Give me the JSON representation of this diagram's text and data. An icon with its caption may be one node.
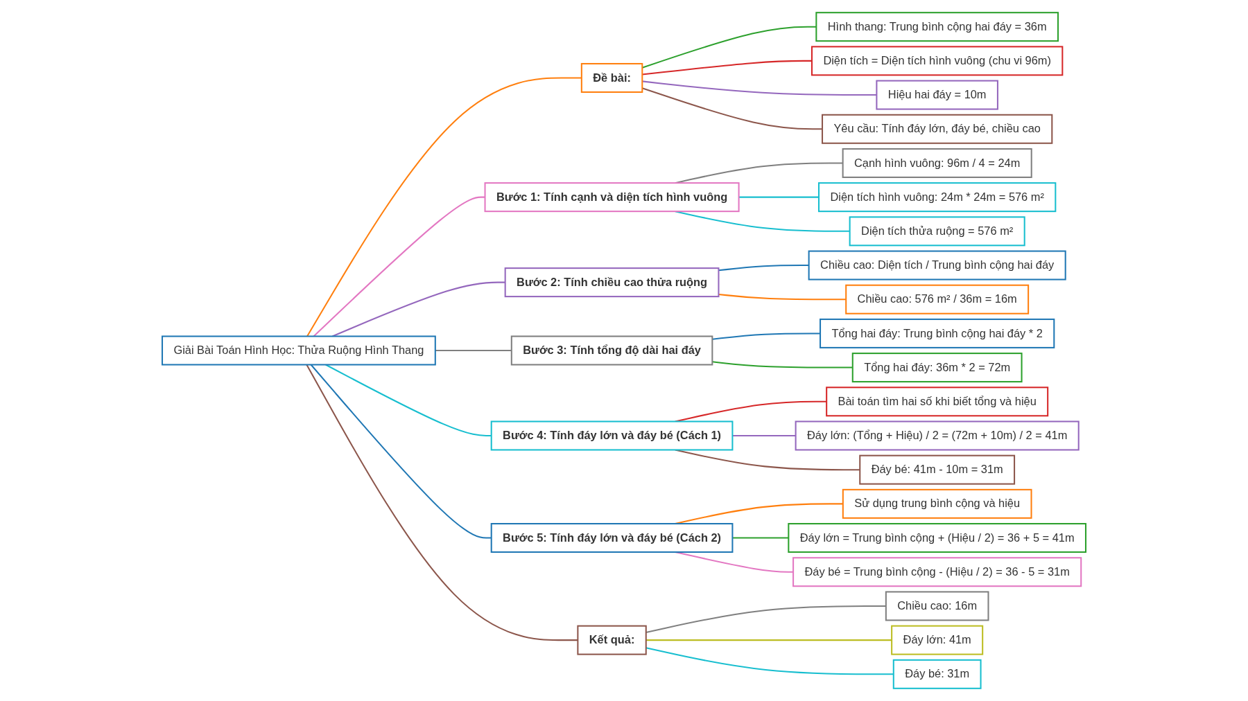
{
  "diagram": {
    "nodes": [
      {
        "text": [
          "Giải Bài Toán Hình Học: Thửa Ruộng Hình Thang"
        ]
      },
      {
        "text": [
          "Đề bài:"
        ]
      },
      {
        "text": [
          "Hình thang: Trung bình cộng hai đáy = 36m"
        ]
      },
      {
        "text": [
          "Diện tích = Diện tích hình vuông (chu vi 96m)"
        ]
      },
      {
        "text": [
          "Hiệu hai đáy = 10m"
        ]
      },
      {
        "text": [
          "Yêu cầu: Tính đáy lớn, đáy bé, chiều cao"
        ]
      },
      {
        "text": [
          "Bước 1: Tính cạnh và diện tích hình vuông"
        ]
      },
      {
        "text": [
          "Cạnh hình vuông: 96m / 4 = 24m"
        ]
      },
      {
        "text": [
          "Diện tích hình vuông: 24m * 24m = 576 m²"
        ]
      },
      {
        "text": [
          "Diện tích thửa ruộng = 576 m²"
        ]
      },
      {
        "text": [
          "Bước 2: Tính chiều cao thửa ruộng"
        ]
      },
      {
        "text": [
          "Chiều cao: Diện tích / Trung bình cộng hai đáy"
        ]
      },
      {
        "text": [
          "Chiều cao: 576 m² / 36m = 16m"
        ]
      },
      {
        "text": [
          "Bước 3: Tính tổng độ dài hai đáy"
        ]
      },
      {
        "text": [
          "Tổng hai đáy: Trung bình cộng hai đáy * 2"
        ]
      },
      {
        "text": [
          "Tổng hai đáy: 36m * 2 = 72m"
        ]
      },
      {
        "text": [
          "Bước 4: Tính đáy lớn và đáy bé (Cách 1)"
        ]
      },
      {
        "text": [
          "Bài toán tìm hai số khi biết tổng và hiệu"
        ]
      },
      {
        "text": [
          "Đáy lớn: (Tổng + Hiệu) / 2 = (72m + 10m) / 2 = 41m"
        ]
      },
      {
        "text": [
          "Đáy bé: 41m - 10m = 31m"
        ]
      },
      {
        "text": [
          "Bước 5: Tính đáy lớn và đáy bé (Cách 2)"
        ]
      },
      {
        "text": [
          "Sử dụng trung bình cộng và hiệu"
        ]
      },
      {
        "text": [
          "Đáy lớn = Trung bình cộng + (Hiệu / 2) = 36 + 5 = 41m"
        ]
      },
      {
        "text": [
          "Đáy bé = Trung bình cộng - (Hiệu / 2) = 36 - 5 = 31m"
        ]
      },
      {
        "text": [
          "Kết quả:"
        ]
      },
      {
        "text": [
          "Chiều cao: 16m"
        ]
      },
      {
        "text": [
          "Đáy lớn: 41m"
        ]
      },
      {
        "text": [
          "Đáy bé: 31m"
        ]
      }
    ],
    "edges": [
      {
        "from": 0,
        "to": 1,
        "arrow": "none",
        "color": "#ff7f0e"
      },
      {
        "from": 1,
        "to": 2,
        "arrow": "none",
        "color": "#2ca02c"
      },
      {
        "from": 1,
        "to": 3,
        "arrow": "none",
        "color": "#d62728"
      },
      {
        "from": 1,
        "to": 4,
        "arrow": "none",
        "color": "#9467bd"
      },
      {
        "from": 1,
        "to": 5,
        "arrow": "none",
        "color": "#8c564b"
      },
      {
        "from": 0,
        "to": 6,
        "arrow": "none",
        "color": "#e377c2"
      },
      {
        "from": 6,
        "to": 7,
        "arrow": "none",
        "color": "#7f7f7f"
      },
      {
        "from": 6,
        "to": 8,
        "arrow": "none",
        "color": "#17becf"
      },
      {
        "from": 6,
        "to": 9,
        "arrow": "none",
        "color": "#17becf"
      },
      {
        "from": 0,
        "to": 10,
        "arrow": "none",
        "color": "#9467bd"
      },
      {
        "from": 10,
        "to": 11,
        "arrow": "none",
        "color": "#1f77b4"
      },
      {
        "from": 10,
        "to": 12,
        "arrow": "none",
        "color": "#ff7f0e"
      },
      {
        "from": 0,
        "to": 13,
        "arrow": "none",
        "color": "#7f7f7f"
      },
      {
        "from": 13,
        "to": 14,
        "arrow": "none",
        "color": "#1f77b4"
      },
      {
        "from": 13,
        "to": 15,
        "arrow": "none",
        "color": "#2ca02c"
      },
      {
        "from": 0,
        "to": 16,
        "arrow": "none",
        "color": "#17becf"
      },
      {
        "from": 16,
        "to": 17,
        "arrow": "none",
        "color": "#d62728"
      },
      {
        "from": 16,
        "to": 18,
        "arrow": "none",
        "color": "#9467bd"
      },
      {
        "from": 16,
        "to": 19,
        "arrow": "none",
        "color": "#8c564b"
      },
      {
        "from": 0,
        "to": 20,
        "arrow": "none",
        "color": "#1f77b4"
      },
      {
        "from": 20,
        "to": 21,
        "arrow": "none",
        "color": "#ff7f0e"
      },
      {
        "from": 20,
        "to": 22,
        "arrow": "none",
        "color": "#2ca02c"
      },
      {
        "from": 20,
        "to": 23,
        "arrow": "none",
        "color": "#e377c2"
      },
      {
        "from": 0,
        "to": 24,
        "arrow": "none",
        "color": "#8c564b"
      },
      {
        "from": 24,
        "to": 25,
        "arrow": "none",
        "color": "#7f7f7f"
      },
      {
        "from": 24,
        "to": 26,
        "arrow": "none",
        "color": "#bcbd22"
      },
      {
        "from": 24,
        "to": 27,
        "arrow": "none",
        "color": "#17becf"
      }
    ]
  }
}
